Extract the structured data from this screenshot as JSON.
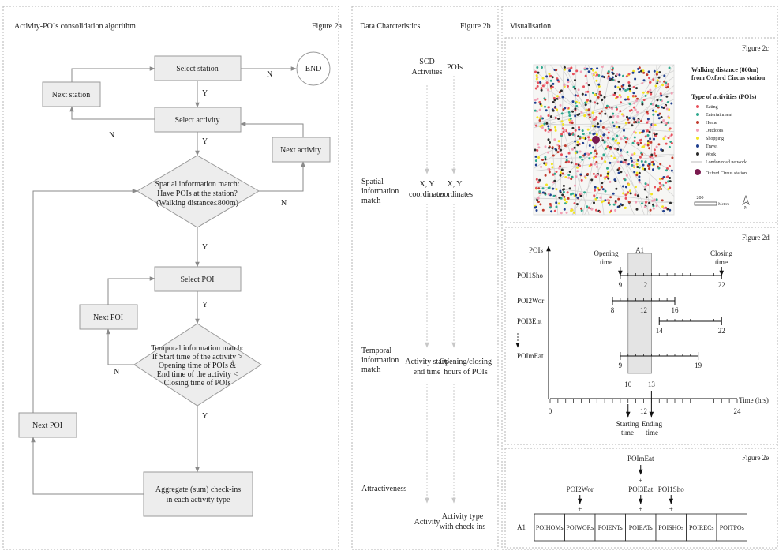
{
  "panel_a": {
    "title": "Activity-POIs consolidation algorithm",
    "figure": "Figure 2a",
    "select_station": "Select station",
    "end": "END",
    "next_station": "Next station",
    "select_activity": "Select activity",
    "next_activity": "Next activity",
    "spatial": [
      "Spatial information match:",
      "Have POIs at the station?",
      "(Walking distance≤800m)"
    ],
    "select_poi": "Select POI",
    "next_poi": "Next POI",
    "temporal": [
      "Temporal information match:",
      "If  Start time of the activity >",
      "Opening time of POIs &",
      "End time of the activity <",
      "Closing time of POIs"
    ],
    "aggregate": [
      "Aggregate (sum) check-ins",
      "in each activity type"
    ],
    "yes": "Y",
    "no": "N"
  },
  "panel_b": {
    "title": "Data Charcteristics",
    "figure": "Figure 2b",
    "col1_head": [
      "SCD",
      "Activities"
    ],
    "col2_head": "POIs",
    "row1_label": [
      "Spatial",
      "information",
      "match"
    ],
    "row1_c1": [
      "X, Y",
      "coordinates"
    ],
    "row1_c2": [
      "X, Y",
      "coordinates"
    ],
    "row2_label": [
      "Temporal",
      "information",
      "match"
    ],
    "row2_c1": [
      "Activity start/",
      "end time"
    ],
    "row2_c2": [
      "Opening/closing",
      "hours of POIs"
    ],
    "row3_label": "Attractiveness",
    "row3_c1": "Activity",
    "row3_c2": [
      "Activity type",
      "with check-ins"
    ]
  },
  "vis": {
    "title": "Visualisation"
  },
  "panel_c": {
    "figure": "Figure 2c",
    "title": [
      "Walking distance (800m)",
      "from Oxford Circus station"
    ],
    "legend_title": "Type of activities (POIs)",
    "legend": [
      {
        "label": "Eating",
        "color": "#e8505b"
      },
      {
        "label": "Entertainment",
        "color": "#2fa88e"
      },
      {
        "label": "Home",
        "color": "#c0392b"
      },
      {
        "label": "Outdoors",
        "color": "#f29fb5"
      },
      {
        "label": "Shopping",
        "color": "#f2e422"
      },
      {
        "label": "Travel",
        "color": "#1f3f8f"
      },
      {
        "label": "Work",
        "color": "#2b2b2b"
      }
    ],
    "road_label": "London road network",
    "station_label": "Oxford Circus station",
    "station_color": "#7a1a4f",
    "scale_value": "200",
    "scale_unit": "Meters",
    "north": "N"
  },
  "panel_d": {
    "figure": "Figure 2d",
    "y_axis_label": "POIs",
    "a1": "A1",
    "opening": [
      "Opening",
      "time"
    ],
    "closing": [
      "Closing",
      "time"
    ],
    "starting": [
      "Starting",
      "time"
    ],
    "ending": [
      "Ending",
      "time"
    ],
    "x_axis_label": "Time (hrs)",
    "x_range": [
      0,
      24
    ],
    "x_ticks": [
      "0",
      "12",
      "24"
    ],
    "activity_window": [
      10,
      13
    ],
    "activity_labels": [
      "10",
      "13"
    ],
    "pois": [
      {
        "name": "POI1Sho",
        "open": 9,
        "close": 22,
        "labels": [
          "9",
          "12",
          "22"
        ]
      },
      {
        "name": "POI2Wor",
        "open": 8,
        "close": 16,
        "labels": [
          "8",
          "12",
          "16"
        ]
      },
      {
        "name": "POI3Ent",
        "open": 14,
        "close": 22,
        "labels": [
          "14",
          "22"
        ]
      },
      {
        "name": "POImEat",
        "open": 9,
        "close": 19,
        "labels": [
          "9",
          "19"
        ]
      }
    ]
  },
  "panel_e": {
    "figure": "Figure 2e",
    "row_label": "A1",
    "cells": [
      "POIHOMs",
      "POIWORs",
      "POIENTs",
      "POIEATs",
      "POISHOs",
      "POIRECs",
      "POITPOs"
    ],
    "stack_top": "POImEat",
    "above": [
      {
        "cell": 1,
        "label": "POI2Wor"
      },
      {
        "cell": 3,
        "label": "POI3Eat"
      },
      {
        "cell": 4,
        "label": "POI1Sho"
      }
    ],
    "plus": "+"
  }
}
